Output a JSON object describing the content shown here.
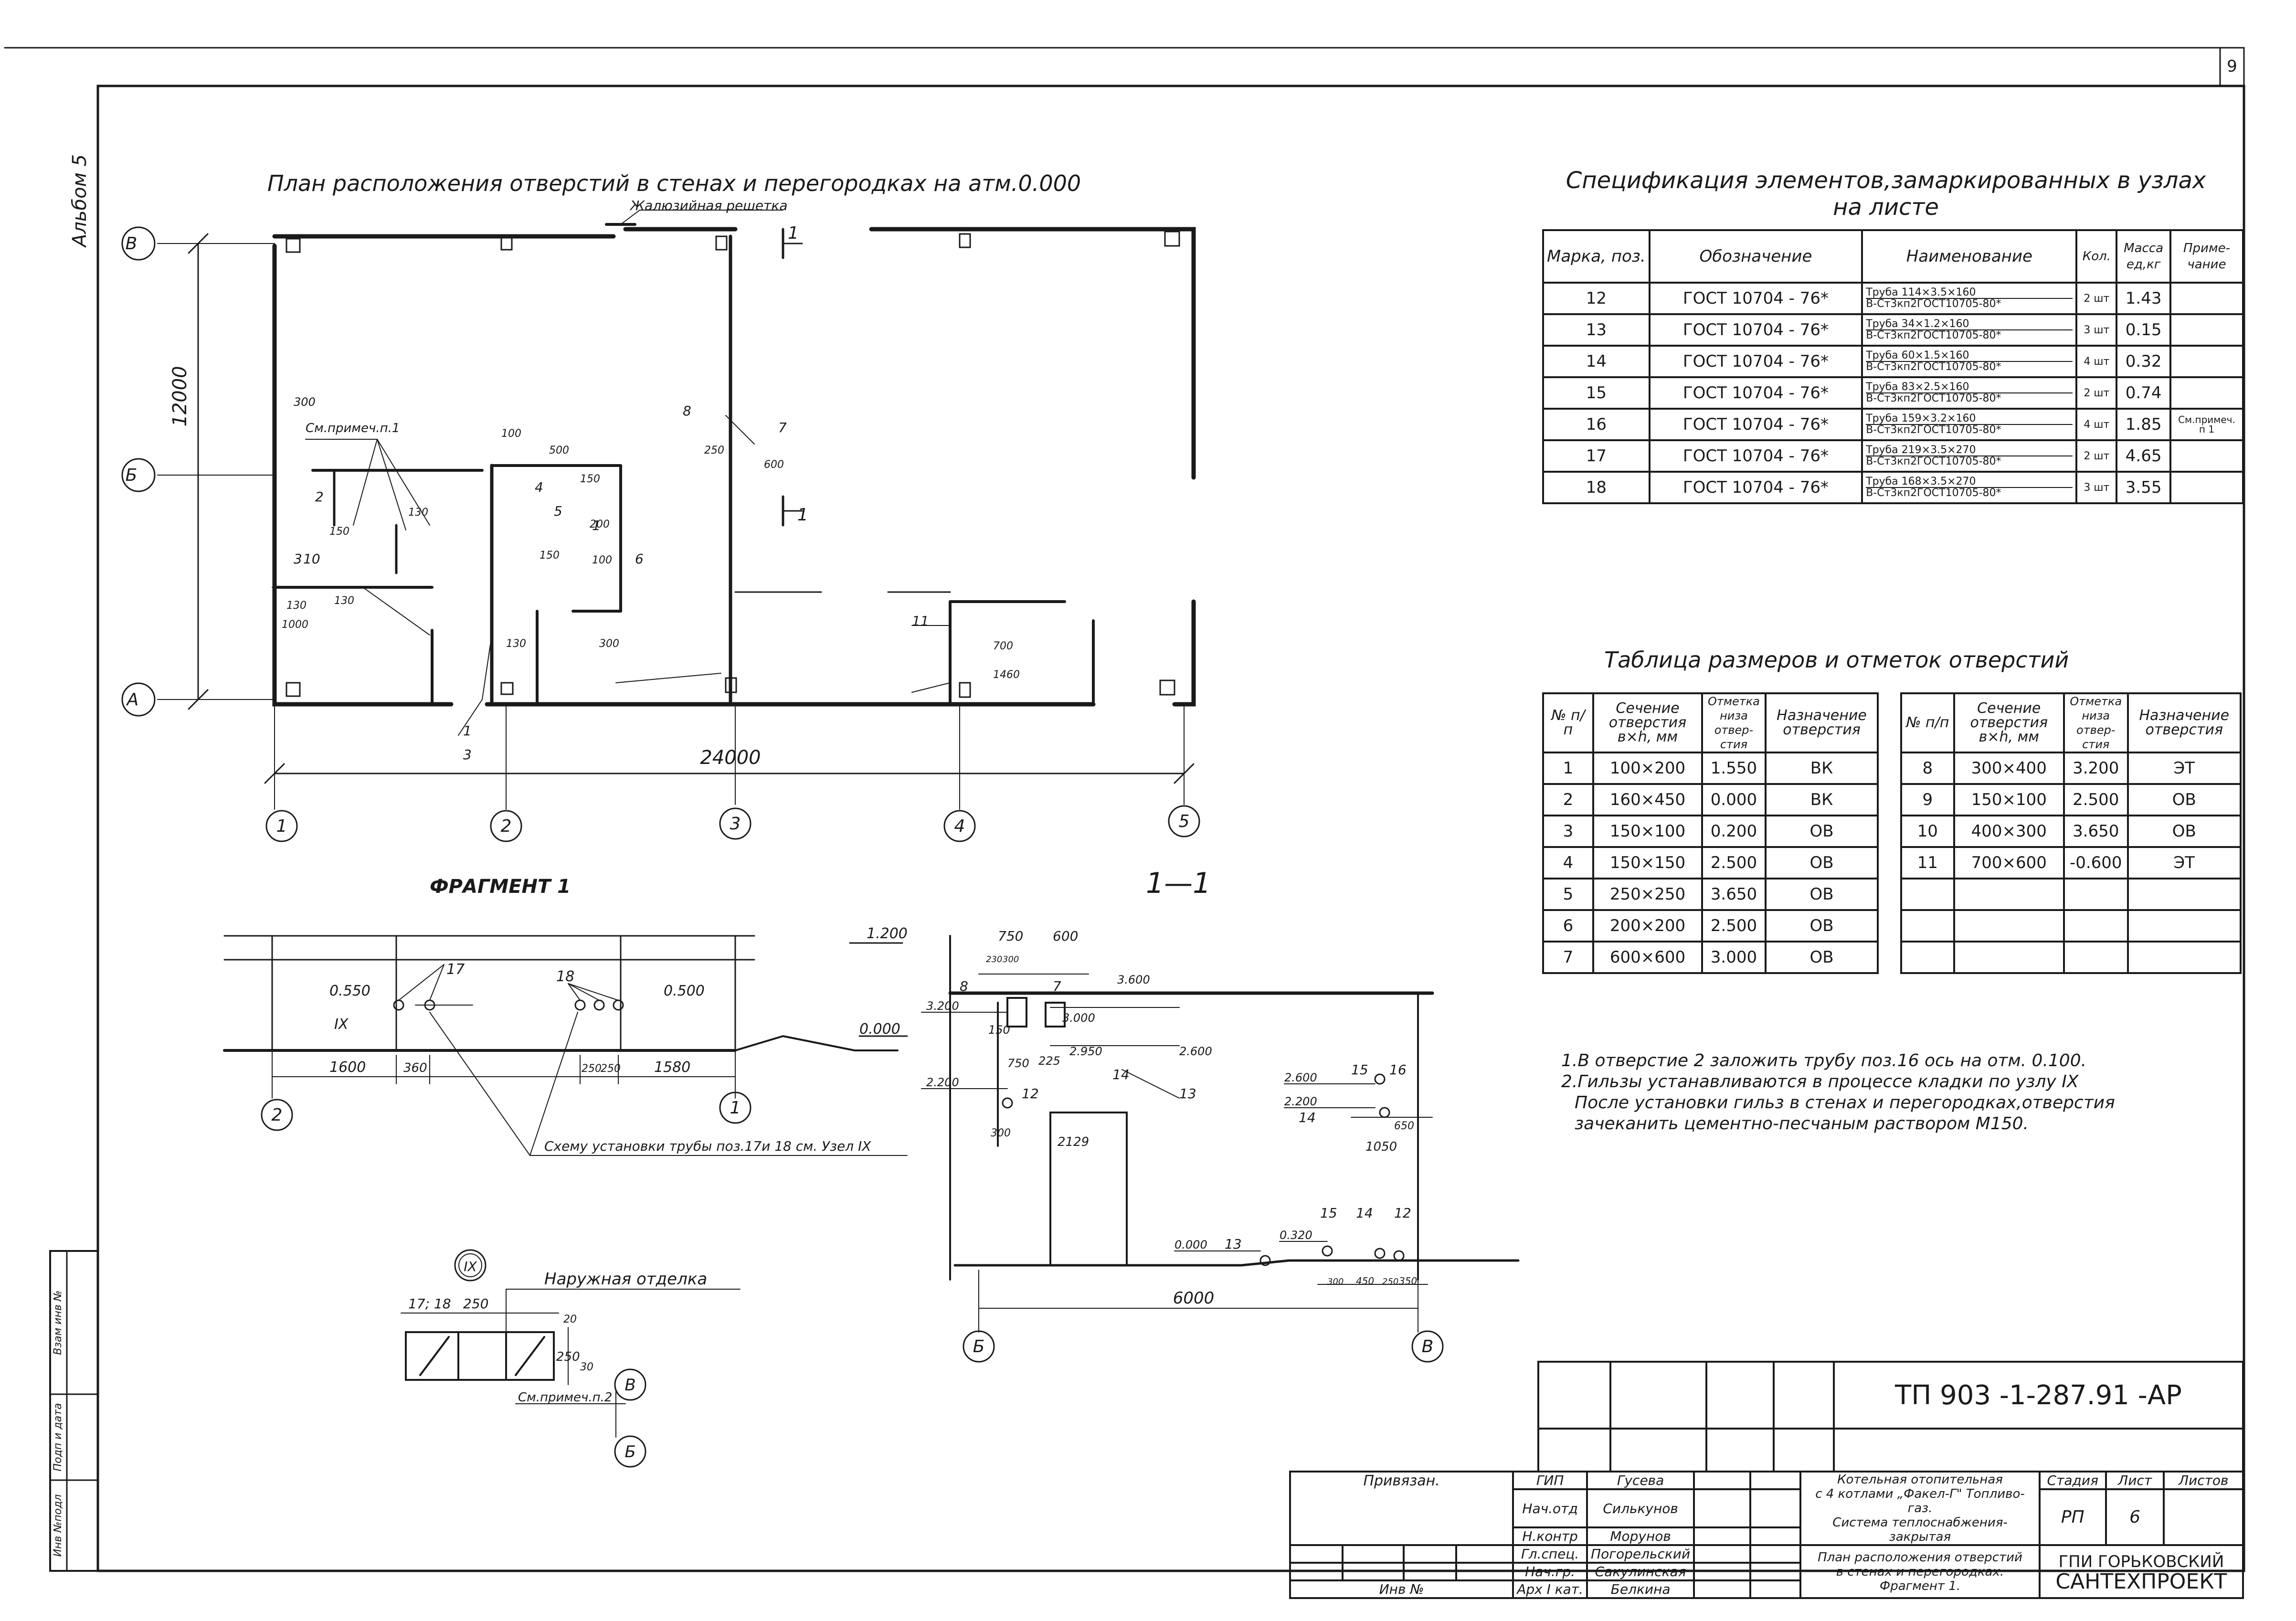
{
  "sheet": {
    "page_number": "9",
    "album": "Альбом 5"
  },
  "plan": {
    "title": "План расположения отверстий в стенах и перегородках на атм.0.000",
    "louver_label": "Жалюзийная решетка",
    "axes_rows": [
      "В",
      "Б",
      "А"
    ],
    "axes_cols": [
      "1",
      "2",
      "3",
      "4",
      "5"
    ],
    "dim_total_x": "24000",
    "dim_total_y": "12000",
    "note_ref": "См.примеч.п.1",
    "section_marks": [
      "1",
      "1"
    ],
    "small_dims": [
      "300",
      "100",
      "500",
      "130",
      "150",
      "130",
      "130",
      "1000",
      "150",
      "200",
      "130",
      "100",
      "300",
      "250",
      "600",
      "150",
      "700",
      "1460"
    ],
    "hole_marks": [
      "1",
      "2",
      "3",
      "4",
      "5",
      "6",
      "7",
      "8",
      "10",
      "11",
      "1",
      "3"
    ]
  },
  "fragment": {
    "title": "ФРАГМЕНТ 1",
    "marks": [
      "0.550",
      "17",
      "18",
      "0.500",
      "IX",
      "0.000",
      "1.200"
    ],
    "dims": [
      "1600",
      "360",
      "250",
      "250",
      "1580"
    ],
    "axes": [
      "2",
      "1"
    ],
    "note": "Схему установки трубы поз.17и 18 см. Узел IX"
  },
  "section": {
    "title": "1—1",
    "dims_top": [
      "750",
      "600",
      "230",
      "300"
    ],
    "levels": [
      "3.600",
      "3.200",
      "3.000",
      "2.950",
      "2.600",
      "2.600",
      "2.200",
      "2.200",
      "0.320",
      "0.000"
    ],
    "marks": [
      "8",
      "7",
      "12",
      "13",
      "14",
      "15",
      "16",
      "13",
      "14",
      "15",
      "14",
      "12"
    ],
    "dims_misc": [
      "150",
      "750",
      "225",
      "300",
      "650",
      "1050",
      "2129",
      "300",
      "450",
      "250",
      "350"
    ],
    "span": "6000",
    "axes": [
      "Б",
      "В"
    ]
  },
  "node": {
    "mark": "IX",
    "title": "Наружная отделка",
    "dims": [
      "17; 18",
      "250",
      "20",
      "250",
      "30"
    ],
    "note": "См.примеч.п.2",
    "axes": [
      "В",
      "Б"
    ]
  },
  "spec": {
    "title_line1": "Спецификация элементов,замаркированных в узлах",
    "title_line2": "на листе",
    "headers": [
      "Марка, поз.",
      "Обозначение",
      "Наименование",
      "Кол.",
      "Масса ед,кг",
      "Приме- чание"
    ],
    "rows": [
      {
        "pos": "12",
        "doc": "ГОСТ 10704 - 76*",
        "name_top": "Труба 114×3.5×160",
        "name_bottom": "В-Ст3кп2ГОСТ10705-80*",
        "qty": "2 шт",
        "mass": "1.43",
        "note": ""
      },
      {
        "pos": "13",
        "doc": "ГОСТ 10704 - 76*",
        "name_top": "Труба 34×1.2×160",
        "name_bottom": "В-Ст3кп2ГОСТ10705-80*",
        "qty": "3 шт",
        "mass": "0.15",
        "note": ""
      },
      {
        "pos": "14",
        "doc": "ГОСТ 10704 - 76*",
        "name_top": "Труба 60×1.5×160",
        "name_bottom": "В-Ст3кп2ГОСТ10705-80*",
        "qty": "4 шт",
        "mass": "0.32",
        "note": ""
      },
      {
        "pos": "15",
        "doc": "ГОСТ 10704 - 76*",
        "name_top": "Труба 83×2.5×160",
        "name_bottom": "В-Ст3кп2ГОСТ10705-80*",
        "qty": "2 шт",
        "mass": "0.74",
        "note": ""
      },
      {
        "pos": "16",
        "doc": "ГОСТ 10704 - 76*",
        "name_top": "Труба 159×3.2×160",
        "name_bottom": "В-Ст3кп2ГОСТ10705-80*",
        "qty": "4 шт",
        "mass": "1.85",
        "note": "См.примеч. п 1"
      },
      {
        "pos": "17",
        "doc": "ГОСТ 10704 - 76*",
        "name_top": "Труба 219×3.5×270",
        "name_bottom": "В-Ст3кп2ГОСТ10705-80*",
        "qty": "2 шт",
        "mass": "4.65",
        "note": ""
      },
      {
        "pos": "18",
        "doc": "ГОСТ 10704 - 76*",
        "name_top": "Труба 168×3.5×270",
        "name_bottom": "В-Ст3кп2ГОСТ10705-80*",
        "qty": "3 шт",
        "mass": "3.55",
        "note": ""
      }
    ]
  },
  "sizes": {
    "title": "Таблица размеров и отметок отверстий",
    "headers": [
      "№ п/п",
      "Сечение отверстия в×h, мм",
      "Отметка низа отвер- стия",
      "Назначение отверстия"
    ],
    "left_rows": [
      {
        "n": "1",
        "sec": "100×200",
        "lvl": "1.550",
        "use": "ВК"
      },
      {
        "n": "2",
        "sec": "160×450",
        "lvl": "0.000",
        "use": "ВК"
      },
      {
        "n": "3",
        "sec": "150×100",
        "lvl": "0.200",
        "use": "ОВ"
      },
      {
        "n": "4",
        "sec": "150×150",
        "lvl": "2.500",
        "use": "ОВ"
      },
      {
        "n": "5",
        "sec": "250×250",
        "lvl": "3.650",
        "use": "ОВ"
      },
      {
        "n": "6",
        "sec": "200×200",
        "lvl": "2.500",
        "use": "ОВ"
      },
      {
        "n": "7",
        "sec": "600×600",
        "lvl": "3.000",
        "use": "ОВ"
      }
    ],
    "right_rows": [
      {
        "n": "8",
        "sec": "300×400",
        "lvl": "3.200",
        "use": "ЭТ"
      },
      {
        "n": "9",
        "sec": "150×100",
        "lvl": "2.500",
        "use": "ОВ"
      },
      {
        "n": "10",
        "sec": "400×300",
        "lvl": "3.650",
        "use": "ОВ"
      },
      {
        "n": "11",
        "sec": "700×600",
        "lvl": "-0.600",
        "use": "ЭТ"
      },
      {
        "n": "",
        "sec": "",
        "lvl": "",
        "use": ""
      },
      {
        "n": "",
        "sec": "",
        "lvl": "",
        "use": ""
      },
      {
        "n": "",
        "sec": "",
        "lvl": "",
        "use": ""
      }
    ]
  },
  "notes": [
    "1.В отверстие 2 заложить трубу поз.16 ось на отм. 0.100.",
    "2.Гильзы устанавливаются в процессе кладки по узлу IX",
    "После установки гильз в стенах и перегородках,отверстия",
    "зачеканить цементно-песчаным раствором М150."
  ],
  "stamp": {
    "code": "ТП 903 -1-287.91 -АР",
    "bound": "Привязан.",
    "inv": "Инв №",
    "roles": [
      "ГИП",
      "Нач.отд",
      "Н.контр",
      "Гл.спец.",
      "Нач.гр.",
      "Арх I кат."
    ],
    "names": [
      "Гусева",
      "Силькунов",
      "Морунов",
      "Погорельский",
      "Сакулинская",
      "Белкина"
    ],
    "project": [
      "Котельная отопительная",
      "с 4 котлами „Факел-Г\" Топливо-газ.",
      "Система теплоснабжения-закрытая"
    ],
    "sheet_title": [
      "План расположения отверстий",
      "в стенах и перегородках.",
      "Фрагмент 1."
    ],
    "stage_h": "Стадия",
    "sheet_h": "Лист",
    "sheets_h": "Листов",
    "stage": "РП",
    "sheet": "6",
    "org_line1": "ГПИ ГОРЬКОВСКИЙ",
    "org_line2": "САНТЕХПРОЕКТ"
  },
  "side_stamp": [
    "Инв №подл",
    "Подп и дата",
    "Взам инв №"
  ]
}
